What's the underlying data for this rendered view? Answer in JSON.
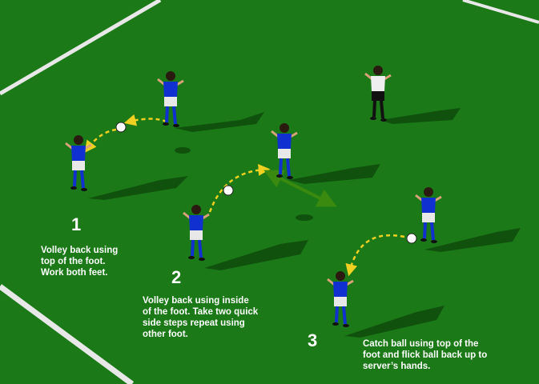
{
  "colors": {
    "pitch": "#1b7a17",
    "lines": "#e8e8e8",
    "kit_shirt": "#1030d0",
    "kit_shorts": "#e8e8e8",
    "arrow": "#f0d020",
    "move_arrow": "#3a8a10"
  },
  "steps": [
    {
      "number": "1",
      "text": [
        "Volley back using",
        "top of the foot.",
        "Work both feet."
      ]
    },
    {
      "number": "2",
      "text": [
        "Volley back using inside",
        "of the foot. Take two quick",
        "side steps repeat using",
        "other foot."
      ]
    },
    {
      "number": "3",
      "text": [
        "Catch ball using top of the",
        "foot and flick ball back up to",
        "server’s hands."
      ]
    }
  ]
}
